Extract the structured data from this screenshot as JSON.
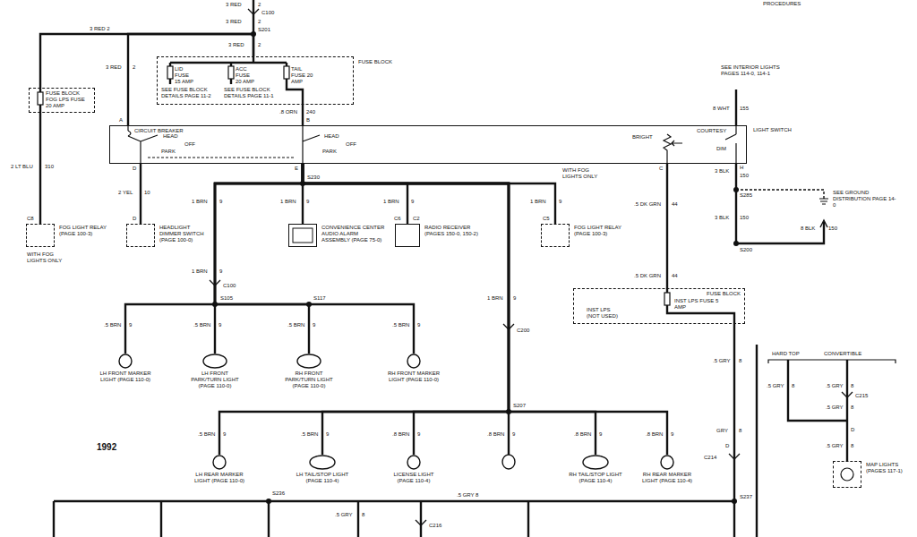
{
  "diagram": {
    "nodes": [
      {
        "text": [
          "FUSE BLOCK"
        ]
      },
      {
        "text": [
          "FUSE BLOCK",
          "FOG LPS FUSE",
          "20 AMP"
        ]
      },
      {
        "text": [
          "LIGHT SWITCH"
        ]
      },
      {
        "text": [
          "FOG LIGHT RELAY (PAGE 100-3)"
        ]
      },
      {
        "text": [
          "HEADLIGHT DIMMER SWITCH (PAGE 100-0)"
        ]
      },
      {
        "text": [
          "CONVENIENCE CENTER AUDIO ALARM ASSEMBLY (PAGE 75-0)"
        ]
      },
      {
        "text": [
          "RADIO RECEIVER (PAGES 150-0, 150-2)"
        ]
      },
      {
        "text": [
          "FOG LIGHT RELAY (PAGE 100-3)"
        ]
      },
      {
        "text": [
          "FUSE BLOCK",
          "INST LPS FUSE 5 AMP",
          "INST LPS (NOT USED)"
        ]
      },
      {
        "text": [
          "LH FRONT MARKER LIGHT (PAGE 110-0)"
        ]
      },
      {
        "text": [
          "LH FRONT PARK/TURN LIGHT (PAGE 110-0)"
        ]
      },
      {
        "text": [
          "RH FRONT PARK/TURN LIGHT (PAGE 110-0)"
        ]
      },
      {
        "text": [
          "RH FRONT MARKER LIGHT (PAGE 110-0)"
        ]
      },
      {
        "text": [
          "LH REAR MARKER LIGHT (PAGE 110-0)"
        ]
      },
      {
        "text": [
          "LH TAIL/STOP LIGHT (PAGE 110-4)"
        ]
      },
      {
        "text": [
          "LICENSE LIGHT (PAGE 110-4)"
        ]
      },
      {
        "text": [
          "RH TAIL/STOP LIGHT (PAGE 110-4)"
        ]
      },
      {
        "text": [
          "RH REAR MARKER LIGHT (PAGE 110-4)"
        ]
      },
      {
        "text": [
          "MAP LIGHTS (PAGES 117-1)"
        ]
      }
    ],
    "edges": [
      {
        "from": 0,
        "to": 1,
        "arrow": "none"
      },
      {
        "from": 0,
        "to": 2,
        "arrow": "none"
      },
      {
        "from": 0,
        "to": 2,
        "arrow": "none"
      },
      {
        "from": 1,
        "to": 3,
        "arrow": "none"
      },
      {
        "from": 2,
        "to": 4,
        "arrow": "none"
      },
      {
        "from": 2,
        "to": 5,
        "arrow": "none"
      },
      {
        "from": 2,
        "to": 6,
        "arrow": "none"
      },
      {
        "from": 2,
        "to": 7,
        "arrow": "none"
      },
      {
        "from": 2,
        "to": 9,
        "arrow": "none"
      },
      {
        "from": 2,
        "to": 10,
        "arrow": "none"
      },
      {
        "from": 2,
        "to": 11,
        "arrow": "none"
      },
      {
        "from": 2,
        "to": 12,
        "arrow": "none"
      },
      {
        "from": 2,
        "to": 13,
        "arrow": "none"
      },
      {
        "from": 2,
        "to": 14,
        "arrow": "none"
      },
      {
        "from": 2,
        "to": 15,
        "arrow": "none"
      },
      {
        "from": 2,
        "to": 16,
        "arrow": "none"
      },
      {
        "from": 2,
        "to": 17,
        "arrow": "none"
      },
      {
        "from": 2,
        "to": 8,
        "arrow": "none"
      }
    ],
    "labels": [
      "PROCEDURES",
      "3 RED",
      "2",
      "C100",
      "3 RED",
      "2",
      "S201",
      "3 RED 2",
      "3 RED",
      "2",
      "LID FUSE 15 AMP",
      "ACC FUSE 20 AMP",
      "TAIL FUSE 20 AMP",
      "SEE FUSE BLOCK DETAILS PAGE 11-2",
      "SEE FUSE BLOCK DETAILS PAGE 11-1",
      "SEE INTERIOR LIGHTS PAGES 114-0, 114-1",
      "3 RED",
      "2",
      ".8 ORN",
      "240",
      "8 WHT",
      "155",
      "A",
      "B",
      "CIRCUIT BREAKER",
      "HEAD",
      "OFF",
      "PARK",
      "HEAD",
      "OFF",
      "PARK",
      "BRIGHT",
      "COURTESY",
      "DIM",
      "D",
      "E",
      "C",
      "H",
      "2 LT BLU",
      "310",
      "3 BLK",
      "150",
      "WITH FOG LIGHTS ONLY",
      "S230",
      "2 YEL",
      "10",
      "S285",
      "SEE GROUND DISTRIBUTION PAGE 14-0",
      "1 BRN",
      "9",
      "1 BRN",
      "9",
      "1 BRN",
      "9",
      "1 BRN",
      "9",
      ".5 DK GRN",
      "44",
      "3 BLK",
      "150",
      "C8",
      "D",
      "C6",
      "C2",
      "C5",
      "8 BLK",
      "150",
      "S200",
      "WITH FOG LIGHTS ONLY",
      "1 BRN",
      "9",
      ".5 DK GRN",
      "44",
      "C100",
      "S105",
      "S117",
      "1 BRN",
      "9",
      ".5 BRN",
      "9",
      ".5 BRN",
      "9",
      ".5 BRN",
      "9",
      ".5 BRN",
      "9",
      "C200",
      "HARD TOP",
      "CONVERTIBLE",
      ".5 GRY",
      "8",
      ".5 GRY",
      "8",
      ".5 GRY",
      "8",
      "C215",
      "S207",
      ".5 GRY",
      "8",
      "GRY",
      "8",
      "D",
      ".5 BRN",
      "9",
      ".5 BRN",
      "9",
      ".8 BRN",
      "9",
      ".8 BRN",
      "9",
      ".8 BRN",
      "9",
      ".8 BRN",
      "9",
      ".5 GRY",
      "8",
      "1992",
      "D",
      "C214",
      "S236",
      ".5 GRY 8",
      "S237",
      ".5 GRY",
      "8",
      "C216"
    ]
  }
}
